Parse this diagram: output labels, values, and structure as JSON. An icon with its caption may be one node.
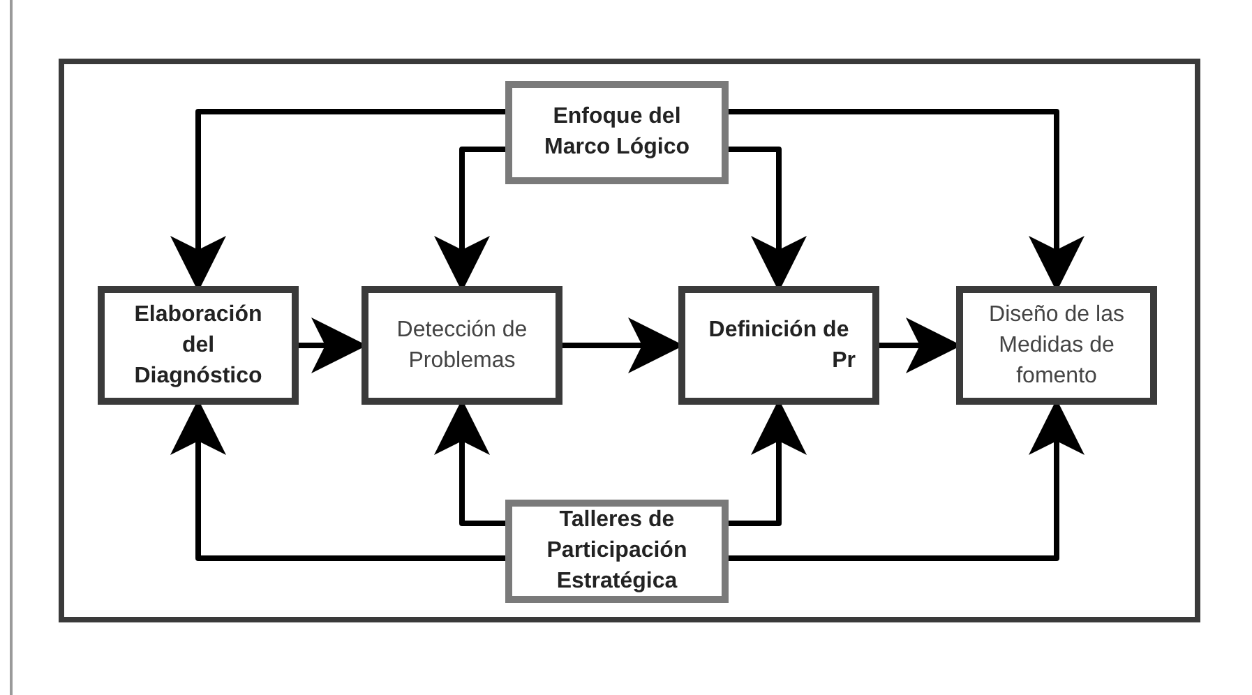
{
  "diagram": {
    "nodes": [
      {
        "text": [
          "Enfoque del Marco Lógico"
        ]
      },
      {
        "text": [
          "Elaboración del Diagnóstico"
        ]
      },
      {
        "text": [
          "Detección de Problemas"
        ]
      },
      {
        "text": [
          "Definición de",
          "Pr"
        ]
      },
      {
        "text": [
          "Diseño de las Medidas de fomento"
        ]
      },
      {
        "text": [
          "Talleres de Participación Estratégica"
        ]
      }
    ],
    "edges": [
      {
        "from": 0,
        "to": 1,
        "arrow": "to"
      },
      {
        "from": 0,
        "to": 2,
        "arrow": "to"
      },
      {
        "from": 0,
        "to": 3,
        "arrow": "to"
      },
      {
        "from": 0,
        "to": 4,
        "arrow": "to"
      },
      {
        "from": 1,
        "to": 2,
        "arrow": "to"
      },
      {
        "from": 2,
        "to": 3,
        "arrow": "to"
      },
      {
        "from": 3,
        "to": 4,
        "arrow": "to"
      },
      {
        "from": 5,
        "to": 1,
        "arrow": "to"
      },
      {
        "from": 5,
        "to": 2,
        "arrow": "to"
      },
      {
        "from": 5,
        "to": 3,
        "arrow": "to"
      },
      {
        "from": 5,
        "to": 4,
        "arrow": "to"
      }
    ]
  }
}
